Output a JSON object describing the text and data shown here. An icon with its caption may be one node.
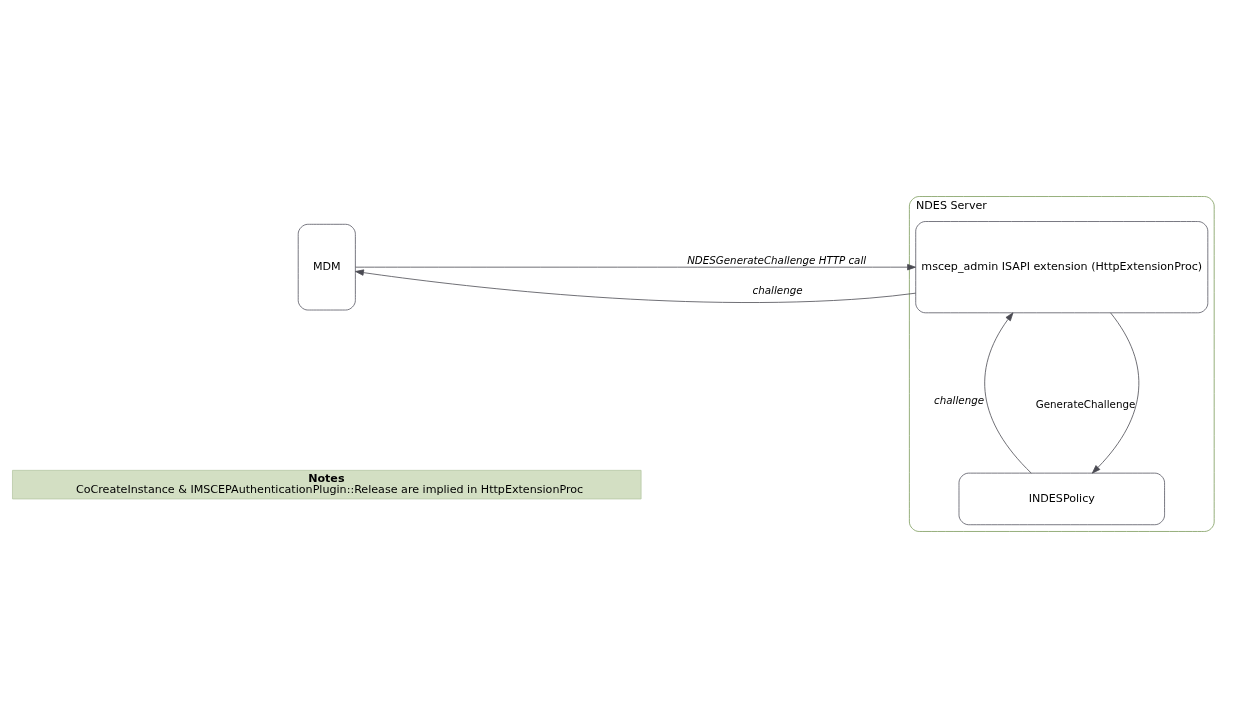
{
  "diagram": {
    "nodes": [
      {
        "text": [
          "MDM"
        ]
      },
      {
        "text": [
          "NDES Server"
        ]
      },
      {
        "text": [
          "mscep_admin ISAPI extension (HttpExtensionProc)"
        ],
        "in": 1
      },
      {
        "text": [
          "INDESPolicy"
        ],
        "in": 1
      },
      {
        "text": [
          "Notes",
          "CoCreateInstance & IMSCEPAuthenticationPlugin::Release are implied in HttpExtensionProc"
        ]
      }
    ],
    "edges": [
      {
        "from": 0,
        "to": 2,
        "arrow": "to",
        "label": "NDESGenerateChallenge HTTP call"
      },
      {
        "from": 2,
        "to": 0,
        "arrow": "to",
        "label": "challenge"
      },
      {
        "from": 2,
        "to": 3,
        "arrow": "to",
        "label": "GenerateChallenge"
      },
      {
        "from": 3,
        "to": 2,
        "arrow": "to",
        "label": "challenge"
      }
    ]
  }
}
